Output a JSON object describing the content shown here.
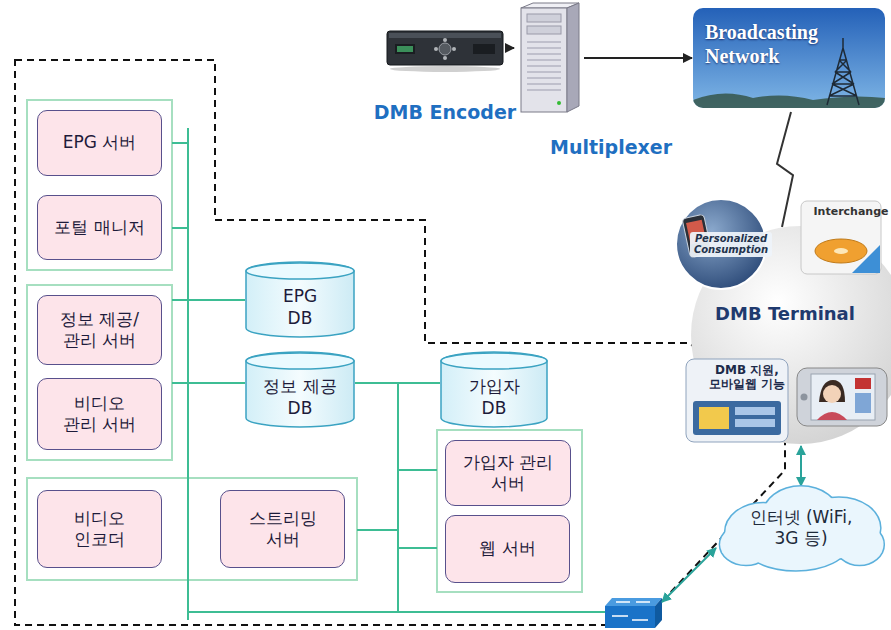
{
  "diagram": {
    "nodes": [
      {
        "text": [
          "EPG 서버"
        ]
      },
      {
        "text": [
          "포털 매니저"
        ]
      },
      {
        "text": [
          "정보 제공/ 관리 서버"
        ]
      },
      {
        "text": [
          "비디오 관리 서버"
        ]
      },
      {
        "text": [
          "EPG DB"
        ]
      },
      {
        "text": [
          "정보 제공 DB"
        ]
      },
      {
        "text": [
          "가입자 DB"
        ]
      },
      {
        "text": [
          "비디오 인코더"
        ]
      },
      {
        "text": [
          "스트리밍 서버"
        ]
      },
      {
        "text": [
          "가입자 관리 서버"
        ]
      },
      {
        "text": [
          "웹 서버"
        ]
      },
      {
        "text": [
          "DMB Encoder"
        ]
      },
      {
        "text": [
          "Multiplexer"
        ]
      },
      {
        "text": [
          "Broadcasting Network"
        ]
      },
      {
        "text": [
          "DMB Terminal"
        ]
      },
      {
        "text": [
          "Personalized Consumption"
        ],
        "in": 14
      },
      {
        "text": [
          "Interchange"
        ],
        "in": 14
      },
      {
        "text": [
          "DMB 지원, 모바일웹 기능"
        ],
        "in": 14
      },
      {
        "text": [
          "인터넷 (WiFi, 3G 등)"
        ]
      }
    ],
    "edges": [
      {
        "from": 11,
        "to": 12,
        "arrow": "to"
      },
      {
        "from": 12,
        "to": 13,
        "arrow": "to"
      },
      {
        "from": 13,
        "to": 14,
        "arrow": "none"
      },
      {
        "from": 14,
        "to": 18,
        "arrow": "both"
      }
    ]
  }
}
